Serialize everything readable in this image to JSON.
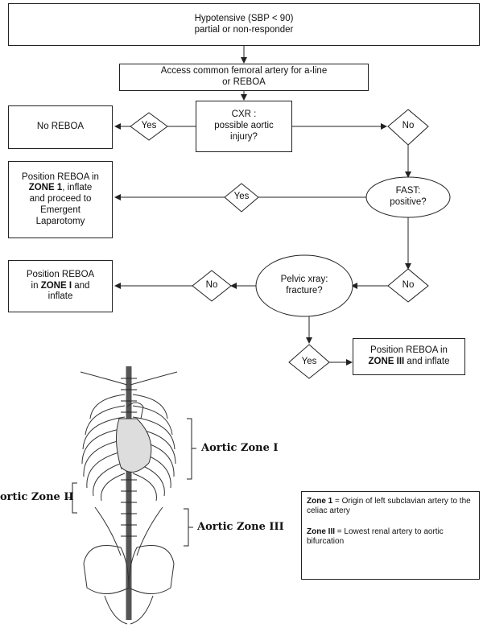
{
  "flow": {
    "start": "Hypotensive (SBP < 90) partial or non-responder",
    "start_line1": "Hypotensive (SBP < 90)",
    "start_line2": "partial or non-responder",
    "access_line1": "Access common femoral artery for a-line",
    "access_line2": "or REBOA",
    "cxr_line1": "CXR :",
    "cxr_line2": "possible aortic",
    "cxr_line3": "injury?",
    "yes": "Yes",
    "no": "No",
    "no_reboa": "No REBOA",
    "fast_line1": "FAST:",
    "fast_line2": "positive?",
    "pos_zone1_line1": "Position REBOA in",
    "pos_zone1_bold": "ZONE 1",
    "pos_zone1_line2_rest": ", inflate",
    "pos_zone1_line3": "and proceed to",
    "pos_zone1_line4": "Emergent",
    "pos_zone1_line5": "Laparotomy",
    "pelvic_line1": "Pelvic xray:",
    "pelvic_line2": "fracture?",
    "pos_zoneI_line1": "Position REBOA",
    "pos_zoneI_pre": "in ",
    "pos_zoneI_bold": "ZONE I",
    "pos_zoneI_post": " and",
    "pos_zoneI_line3": "inflate",
    "pos_zoneIII_line1": "Position REBOA in",
    "pos_zoneIII_bold": "ZONE III",
    "pos_zoneIII_post": " and inflate"
  },
  "anatomy": {
    "zone1": "Aortic Zone I",
    "zone2": "ortic Zone II",
    "zone3": "Aortic Zone III"
  },
  "legend": {
    "z1_bold": "Zone 1",
    "z1_text": " = Origin of left subclavian artery to the celiac artery",
    "z3_bold": "Zone III",
    "z3_text": " = Lowest renal artery to aortic bifurcation"
  }
}
